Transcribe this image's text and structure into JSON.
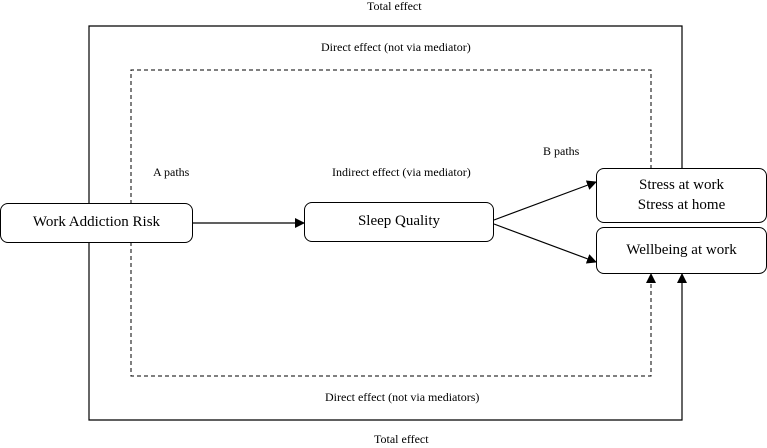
{
  "labels": {
    "total_effect_top": "Total effect",
    "direct_effect_top": "Direct effect (not via mediator)",
    "a_paths": "A paths",
    "indirect_effect": "Indirect effect (via mediator)",
    "b_paths": "B paths",
    "direct_effect_bottom": "Direct effect (not via mediators)",
    "total_effect_bottom": "Total effect"
  },
  "nodes": {
    "predictor": "Work Addiction Risk",
    "mediator": "Sleep Quality",
    "outcome_stress_line1": "Stress at work",
    "outcome_stress_line2": "Stress at home",
    "outcome_wellbeing": "Wellbeing at work"
  }
}
